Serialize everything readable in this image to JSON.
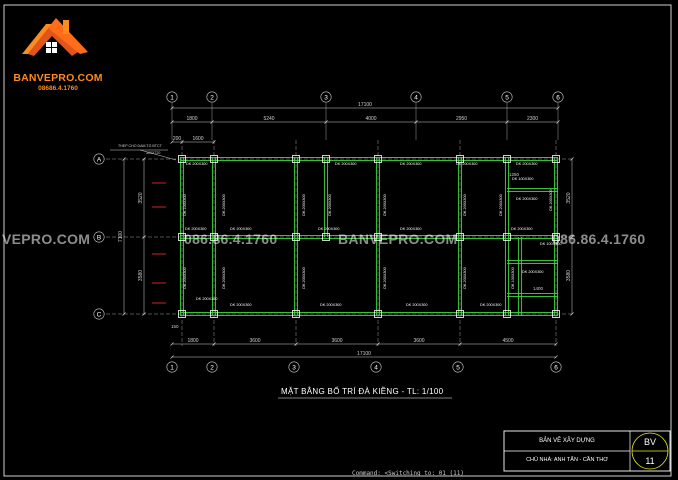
{
  "logo": {
    "brand": "BANVEPRO.COM",
    "phone": "08686.4.1760",
    "colors": {
      "roof_light": "#ff8a1e",
      "roof_dark": "#e2541a",
      "window": "#ffffff"
    }
  },
  "watermarks": [
    {
      "text": "VEPRO.COM"
    },
    {
      "text": "086.86.4.1760"
    },
    {
      "text": "BANVEPRO.COM"
    },
    {
      "text": "086.86.4.1760"
    }
  ],
  "grid": {
    "columns": [
      "1",
      "2",
      "3",
      "4",
      "5",
      "6"
    ],
    "rows": [
      "A",
      "B",
      "C"
    ]
  },
  "dimensions": {
    "top_total": "17100",
    "bottom_total": "17100",
    "top_spans": [
      "1800",
      "5240",
      "4000",
      "2950",
      "2300"
    ],
    "top_sub": [
      "200",
      "1600"
    ],
    "bottom_spans": [
      "1800",
      "3600",
      "3600",
      "3600",
      "4500"
    ],
    "right_spans": [
      "3520",
      "3580"
    ],
    "left_spans": [
      "3520",
      "3580"
    ],
    "left_total": "7100",
    "left_small": "150",
    "inner": [
      "1250",
      "1400"
    ]
  },
  "beam_labels": [
    "DK 200X300",
    "DK 200X300",
    "DK 200X300",
    "DK 200X300",
    "DK 200X300",
    "DK 200X300",
    "DK 200X300",
    "DK 200X300",
    "DK 200X300",
    "DK 200X300",
    "DK 200X300",
    "DK 200X300",
    "DK 200X300",
    "DK 200X300",
    "DK 200X300",
    "DK 200X300",
    "DK 200X300",
    "DK 100X300",
    "DK 200X300",
    "DK 200X300",
    "DK 200X300",
    "DK 200X300",
    "DK 200X300",
    "DK 200X300",
    "DK 200X300",
    "DK 200X300",
    "DK 200X300",
    "DK 200X300",
    "DK 200X300",
    "DK 100X300",
    "DK 100X300",
    "DK 200X300",
    "DK 100X300"
  ],
  "note": {
    "line1": "THEP CHO DAM TG BTCT",
    "line2": "300X720"
  },
  "drawing_title": "MẶT BẰNG BỐ TRÍ ĐÀ KIỀNG - TL: 1/100",
  "title_block": {
    "title": "BẢN VẼ XÂY DỰNG",
    "owner": "CHỦ NHÀ: ANH TẤN - CẦN THƠ",
    "code": "BV",
    "sheet": "11"
  },
  "command_line": "Command:  <Switching to: 01 (11)",
  "colors": {
    "beam": "#3ddc3d",
    "dim": "#d0d0d0",
    "axis": "#c8c8c8",
    "column": "#ffffff",
    "text_white": "#ffffff",
    "accent_red": "#ff3030",
    "accent_yellow": "#f0f020"
  }
}
